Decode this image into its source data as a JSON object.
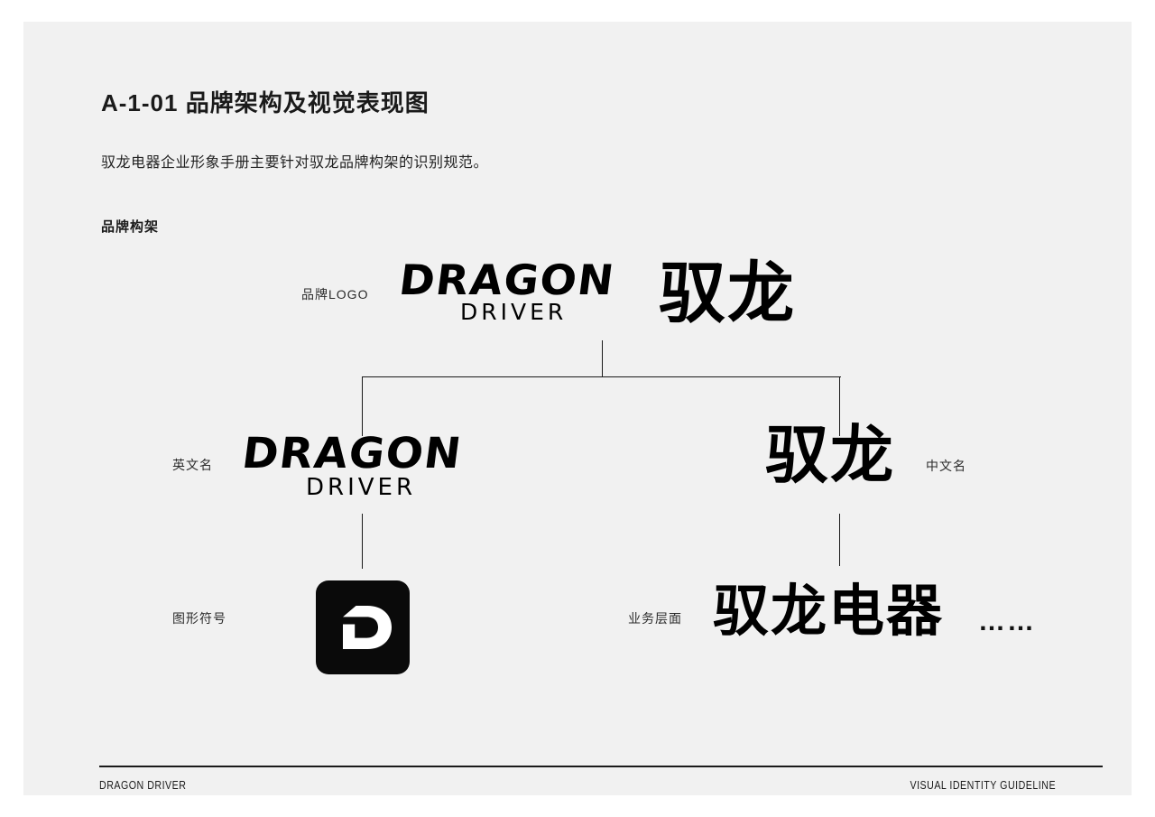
{
  "page": {
    "background_color": "#f1f1f1",
    "outer_background_color": "#ffffff",
    "ink_color": "#111111"
  },
  "header": {
    "title": "A-1-01  品牌架构及视觉表现图",
    "subtitle": "驭龙电器企业形象手册主要针对驭龙品牌构架的识别规范。",
    "section_label": "品牌构架"
  },
  "diagram": {
    "brand_logo": {
      "caption": "品牌LOGO",
      "english_primary": "DRAGON",
      "english_secondary": "DRIVER",
      "chinese": "驭龙"
    },
    "english_name": {
      "caption": "英文名",
      "primary": "DRAGON",
      "secondary": "DRIVER"
    },
    "chinese_name": {
      "caption": "中文名",
      "text": "驭龙"
    },
    "graphic_symbol": {
      "caption": "图形符号",
      "icon": "dragon-d-monogram-icon",
      "tile_color": "#0a0a0a",
      "glyph_color": "#ffffff"
    },
    "business_level": {
      "caption": "业务层面",
      "text": "驭龙电器",
      "ellipsis": "……"
    }
  },
  "footer": {
    "left": "DRAGON DRIVER",
    "right": "VISUAL IDENTITY GUIDELINE"
  }
}
